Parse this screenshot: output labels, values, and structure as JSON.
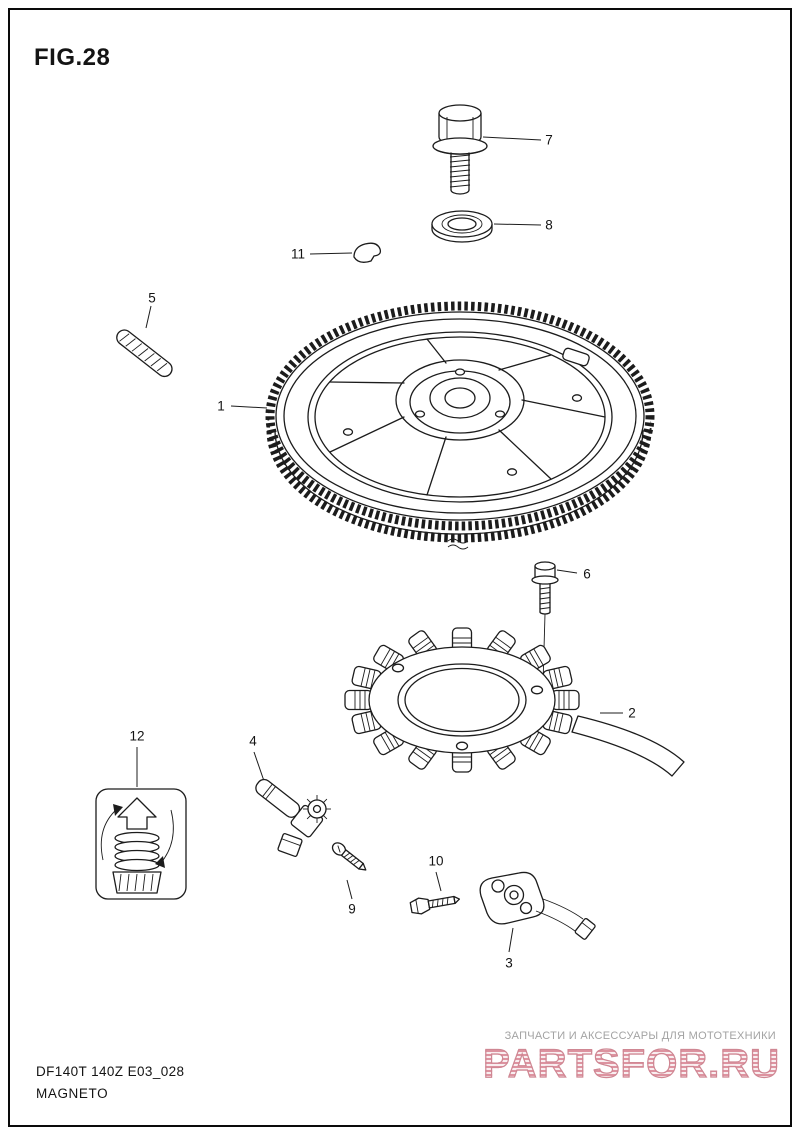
{
  "figure": {
    "label": "FIG.28"
  },
  "footer": {
    "doc_code": "DF140T 140Z E03_028",
    "title": "MAGNETO"
  },
  "watermark": {
    "tagline": "ЗАПЧАСТИ И АКСЕССУАРЫ ДЛЯ МОТОТЕХНИКИ",
    "brand": "PARTSFOR.RU",
    "brand_color": "#e2a0ab",
    "tagline_color": "#a3a3a3"
  },
  "callouts": [
    {
      "num": "1"
    },
    {
      "num": "2"
    },
    {
      "num": "3"
    },
    {
      "num": "4"
    },
    {
      "num": "5"
    },
    {
      "num": "6"
    },
    {
      "num": "7"
    },
    {
      "num": "8"
    },
    {
      "num": "9"
    },
    {
      "num": "10"
    },
    {
      "num": "11"
    },
    {
      "num": "12"
    }
  ],
  "diagram": {
    "description": "Exploded parts view of outboard magneto: flywheel, stator, pickup coil, sensors and fasteners",
    "line_color": "#1c1c1c"
  }
}
